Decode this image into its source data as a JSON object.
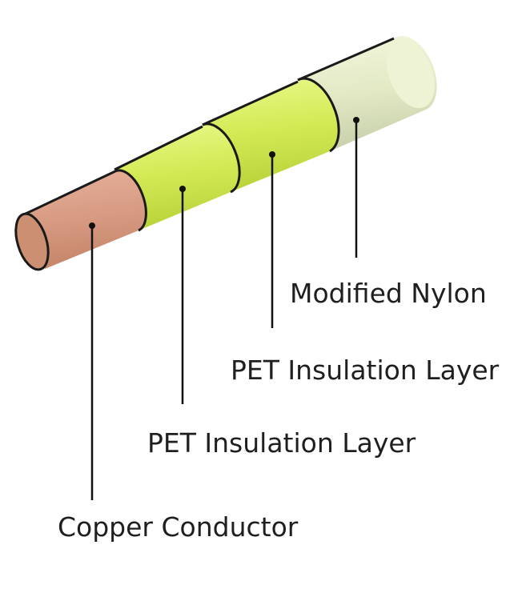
{
  "diagram": {
    "labels": {
      "modified_nylon": "Modified Nylon",
      "pet_outer": "PET Insulation Layer",
      "pet_inner": "PET Insulation Layer",
      "copper": "Copper Conductor"
    },
    "colors": {
      "copper": "#d79a82",
      "copper_end": "#c98b6d",
      "pet": "#cde64c",
      "pet_light": "#e6f57e",
      "nylon": "#dfe6c4",
      "nylon_light": "#f1f5dc",
      "outline": "#1a1a1a",
      "text": "#1f1f1f"
    }
  }
}
